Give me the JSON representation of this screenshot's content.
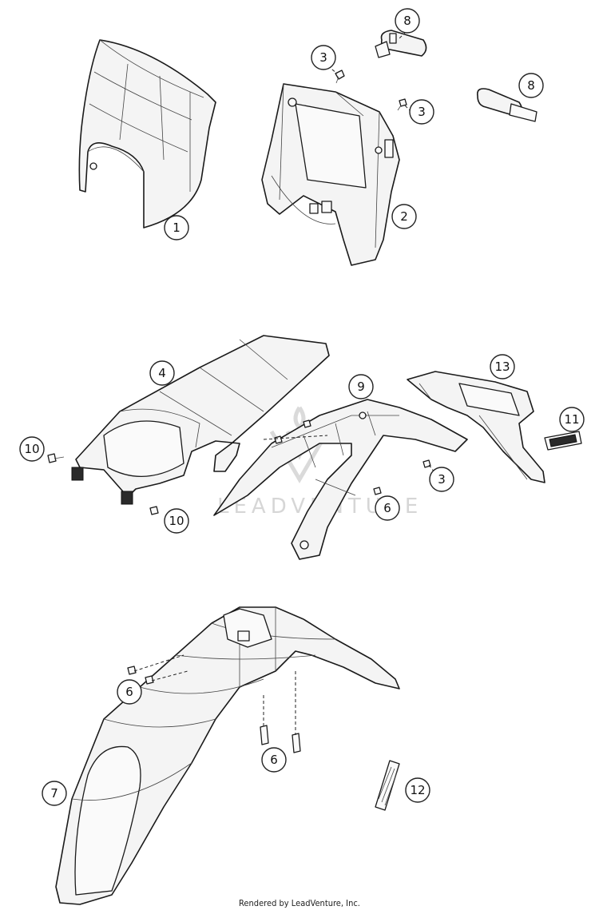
{
  "callouts": [
    {
      "id": "c1",
      "label": "1"
    },
    {
      "id": "c2",
      "label": "2"
    },
    {
      "id": "c3a",
      "label": "3"
    },
    {
      "id": "c3b",
      "label": "3"
    },
    {
      "id": "c8a",
      "label": "8"
    },
    {
      "id": "c8b",
      "label": "8"
    },
    {
      "id": "c4",
      "label": "4"
    },
    {
      "id": "c9",
      "label": "9"
    },
    {
      "id": "c13",
      "label": "13"
    },
    {
      "id": "c11",
      "label": "11"
    },
    {
      "id": "c10a",
      "label": "10"
    },
    {
      "id": "c10b",
      "label": "10"
    },
    {
      "id": "c3c",
      "label": "3"
    },
    {
      "id": "c6a",
      "label": "6"
    },
    {
      "id": "c6b",
      "label": "6"
    },
    {
      "id": "c6c",
      "label": "6"
    },
    {
      "id": "c7",
      "label": "7"
    },
    {
      "id": "c12",
      "label": "12"
    }
  ],
  "watermark": "LEADVENTURE",
  "footer": "Rendered by LeadVenture, Inc."
}
